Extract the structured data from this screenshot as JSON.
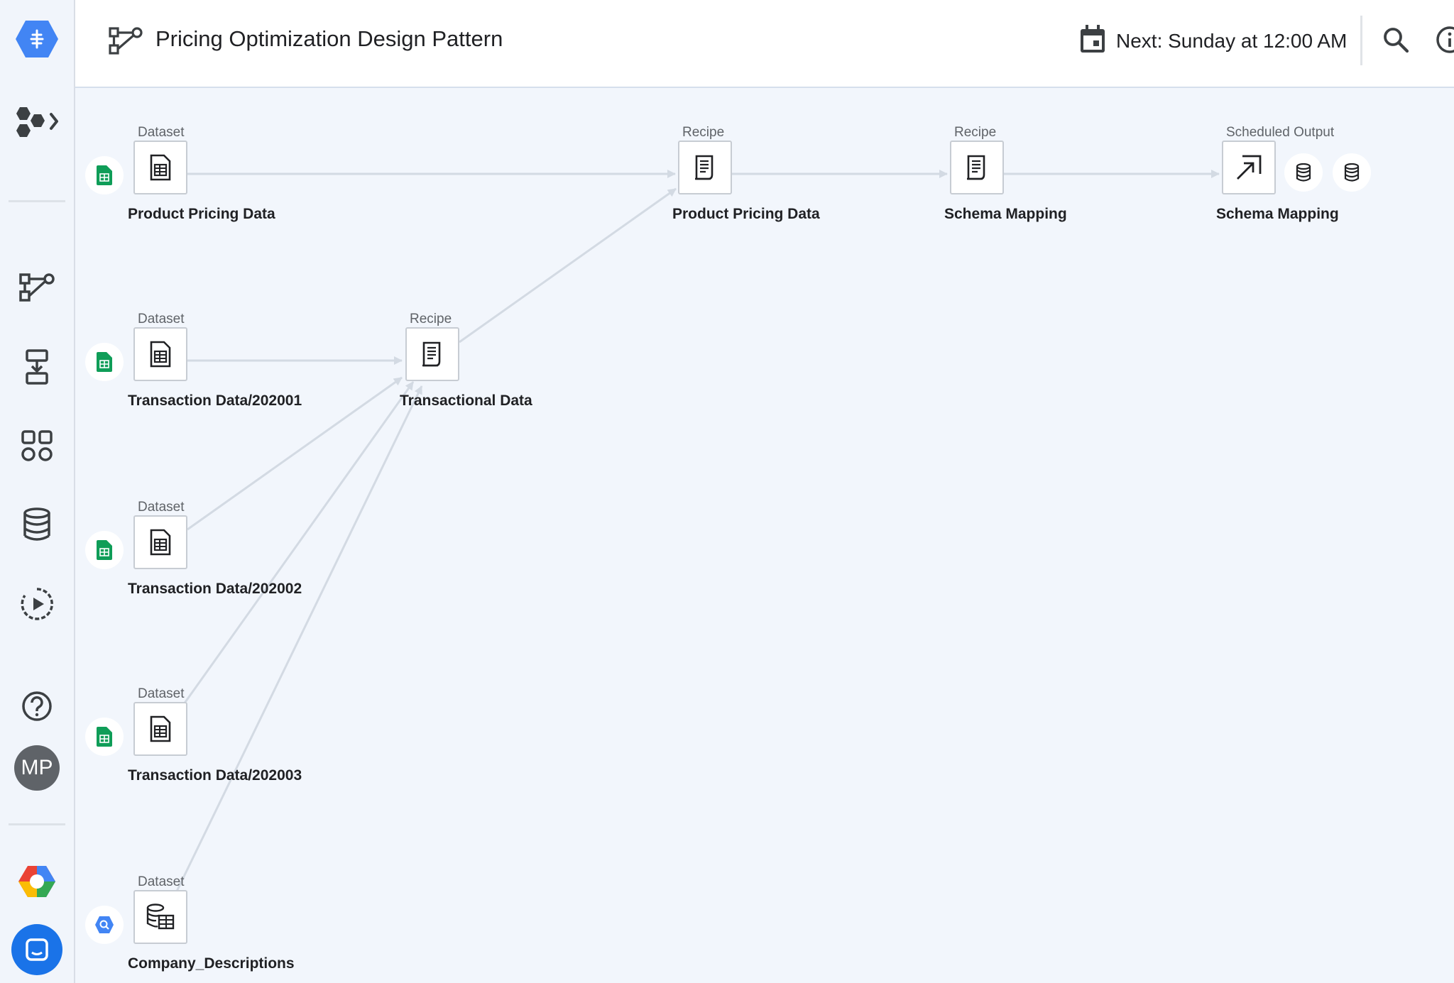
{
  "header": {
    "title": "Pricing Optimization Design Pattern",
    "schedule": "Next: Sunday at 12:00 AM"
  },
  "sidebar": {
    "avatar_initials": "MP",
    "items": [
      {
        "icon": "dataprep-logo-icon"
      },
      {
        "icon": "flow-expand-icon"
      },
      {
        "icon": "flows-icon"
      },
      {
        "icon": "import-data-icon"
      },
      {
        "icon": "library-icon"
      },
      {
        "icon": "connections-icon"
      },
      {
        "icon": "jobs-icon"
      },
      {
        "icon": "help-icon"
      },
      {
        "icon": "avatar"
      },
      {
        "icon": "gcp-icon"
      },
      {
        "icon": "chat-icon"
      }
    ]
  },
  "flow": {
    "nodes": [
      {
        "type": "Dataset",
        "name": "Product Pricing Data",
        "icon": "dataset-file-icon",
        "source": "sheets-icon"
      },
      {
        "type": "Dataset",
        "name": "Transaction Data/202001",
        "icon": "dataset-file-icon",
        "source": "sheets-icon"
      },
      {
        "type": "Dataset",
        "name": "Transaction Data/202002",
        "icon": "dataset-file-icon",
        "source": "sheets-icon"
      },
      {
        "type": "Dataset",
        "name": "Transaction Data/202003",
        "icon": "dataset-file-icon",
        "source": "sheets-icon"
      },
      {
        "type": "Dataset",
        "name": "Company_Descriptions",
        "icon": "database-table-icon",
        "source": "bigquery-icon"
      },
      {
        "type": "Recipe",
        "name": "Transactional Data",
        "icon": "recipe-icon"
      },
      {
        "type": "Recipe",
        "name": "Product Pricing Data",
        "icon": "recipe-icon"
      },
      {
        "type": "Recipe",
        "name": "Schema Mapping",
        "icon": "recipe-icon"
      },
      {
        "type": "Scheduled Output",
        "name": "Schema Mapping",
        "icon": "output-arrow-icon",
        "destinations": [
          "database-icon",
          "database-icon"
        ]
      }
    ],
    "edges": [
      {
        "from": 0,
        "to": 6
      },
      {
        "from": 1,
        "to": 5
      },
      {
        "from": 2,
        "to": 5
      },
      {
        "from": 3,
        "to": 5
      },
      {
        "from": 4,
        "to": 5
      },
      {
        "from": 5,
        "to": 6
      },
      {
        "from": 6,
        "to": 7
      },
      {
        "from": 7,
        "to": 8
      }
    ]
  },
  "colors": {
    "accent": "#4285f4",
    "sheets_green": "#0f9d58",
    "edge": "#d3dae3",
    "icon_dark": "#3c4043"
  }
}
